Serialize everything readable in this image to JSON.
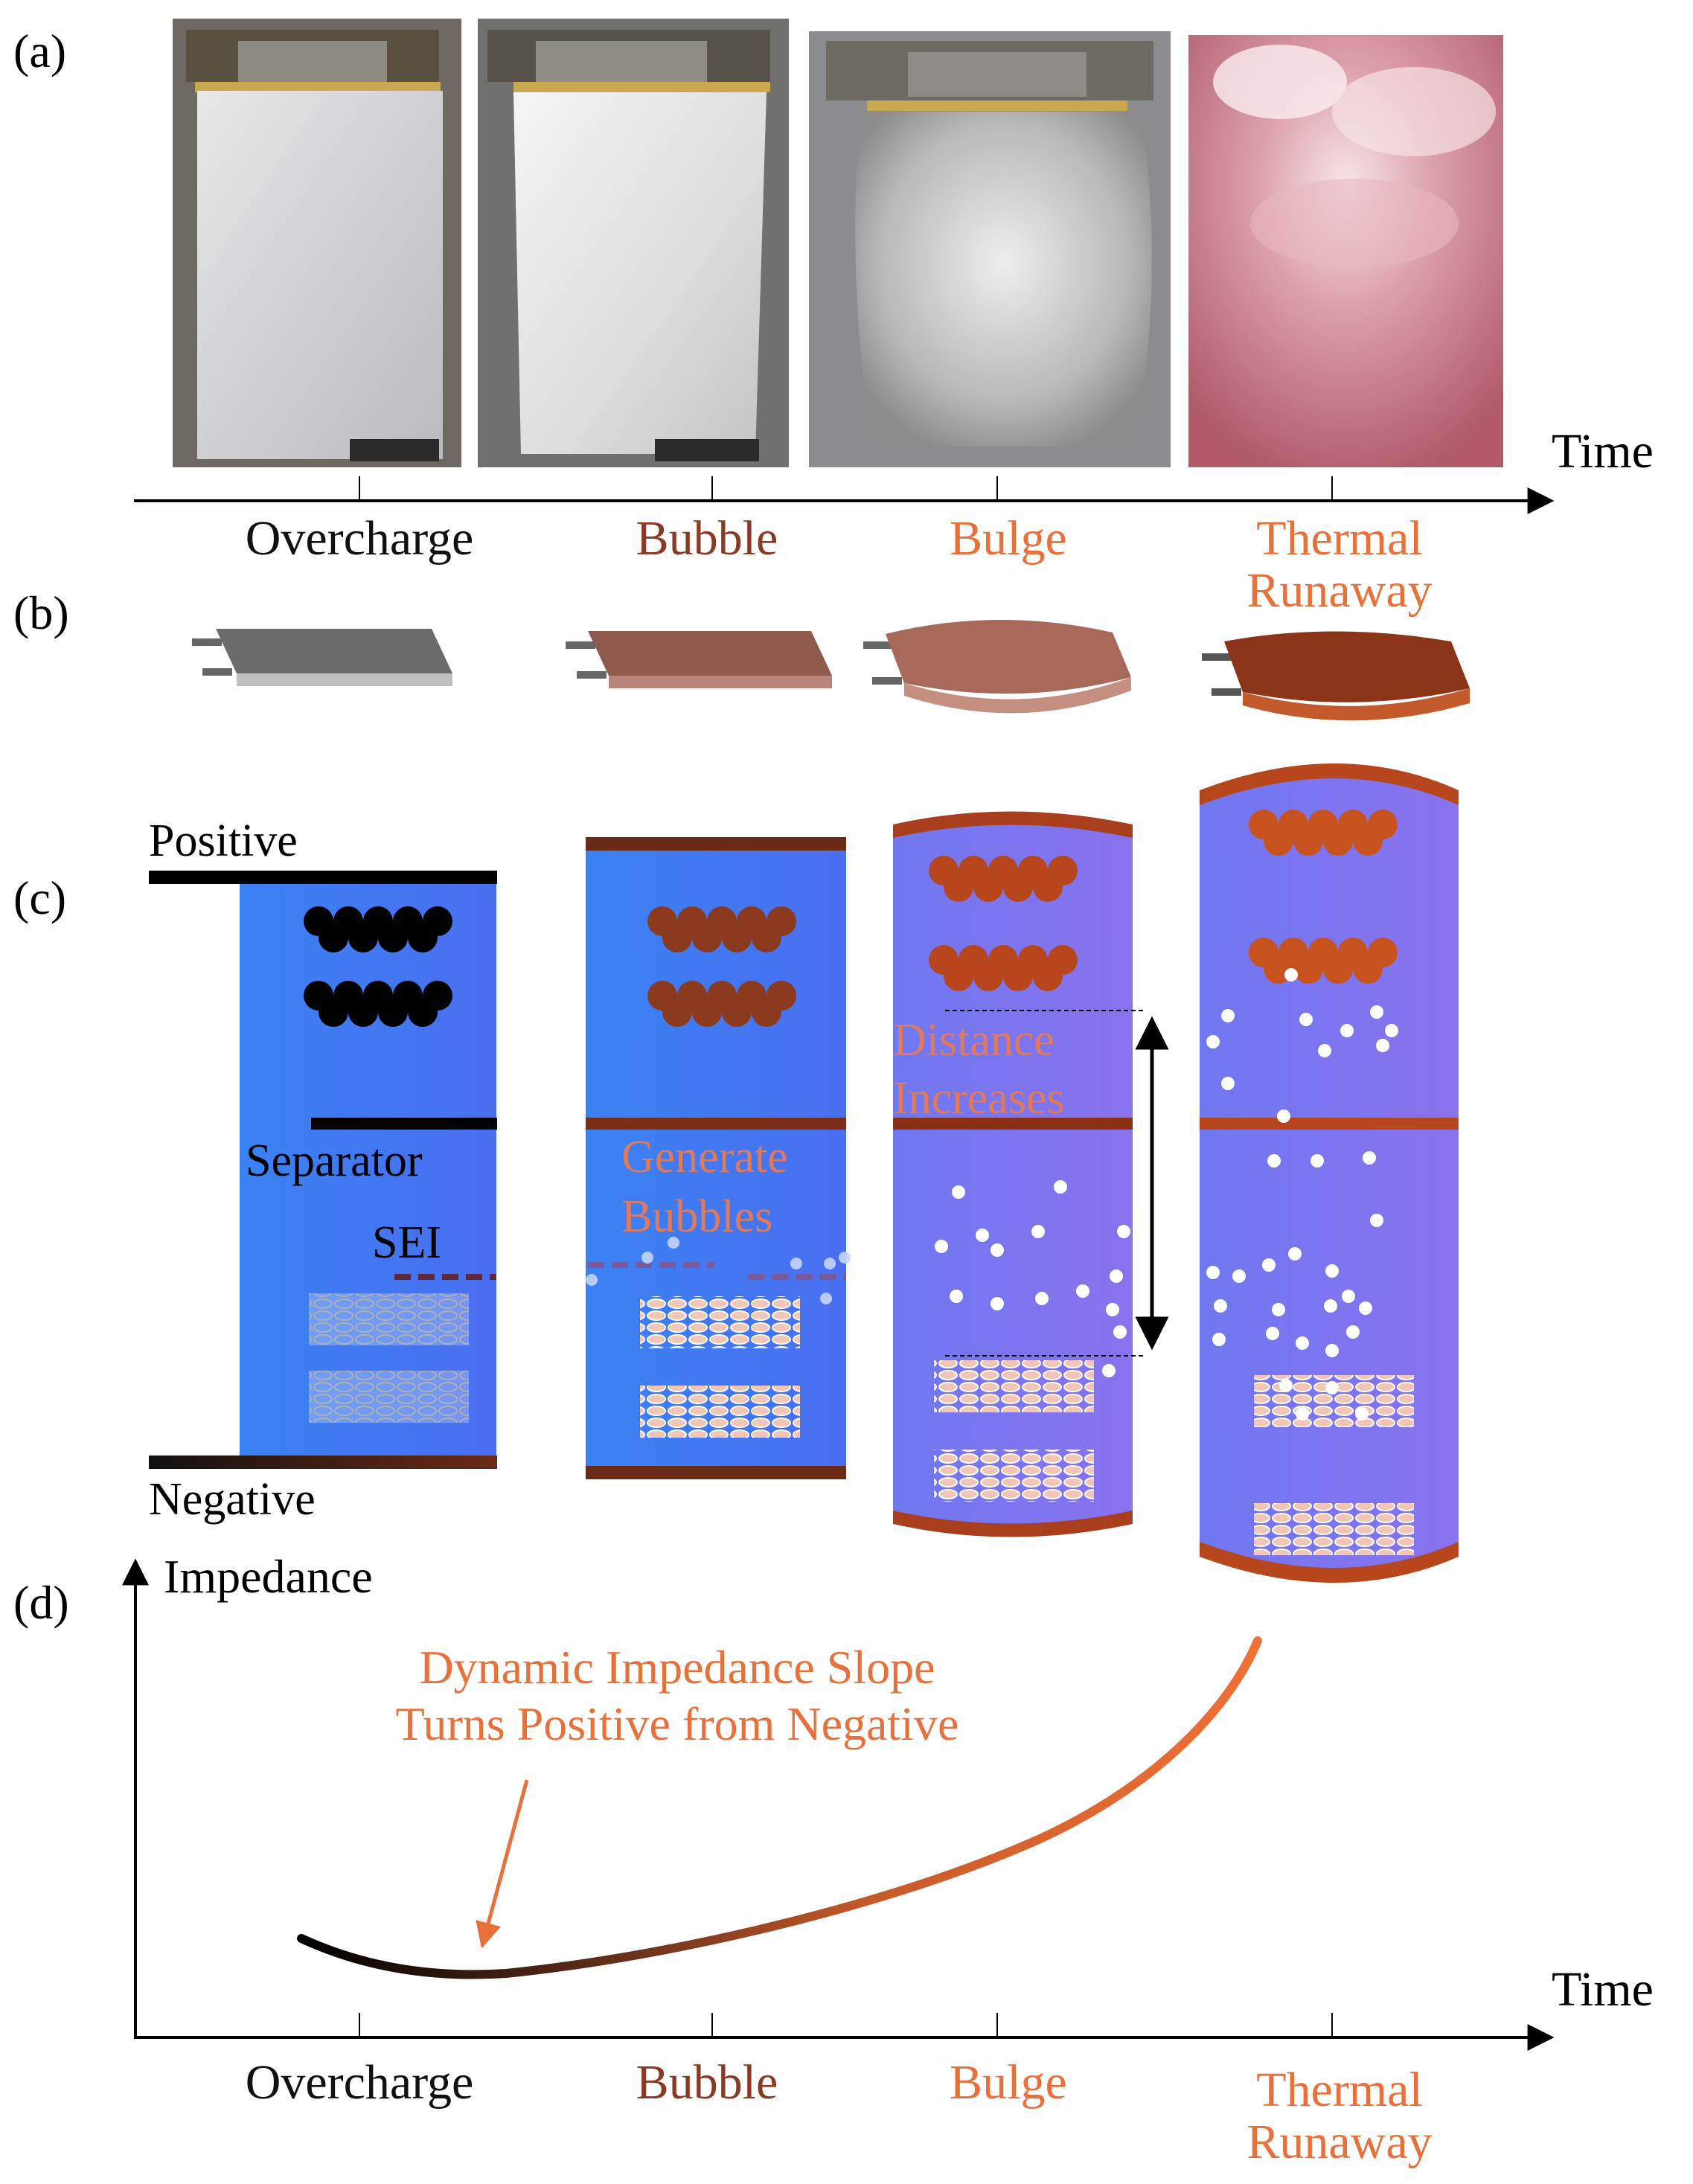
{
  "panel_labels": {
    "a": "(a)",
    "b": "(b)",
    "c": "(c)",
    "d": "(d)"
  },
  "time_label": "Time",
  "stages": [
    {
      "lines": [
        "Overcharge"
      ],
      "color": "#111111"
    },
    {
      "lines": [
        "Bubble"
      ],
      "color": "#8a3a24"
    },
    {
      "lines": [
        "Bulge"
      ],
      "color": "#e8703a"
    },
    {
      "lines": [
        "Thermal",
        "Runaway"
      ],
      "color": "#e8703a"
    }
  ],
  "stage_b": {
    "lines": [
      "Thermal",
      "Runaway"
    ]
  },
  "cell_labels": {
    "positive": "Positive",
    "negative": "Negative",
    "separator": "Separator",
    "sei": "SEI"
  },
  "annotations": {
    "generate_bubbles": [
      "Generate",
      "Bubbles"
    ],
    "distance_increases": [
      "Distance",
      "Increases"
    ],
    "dynamic_slope": [
      "Dynamic Impedance Slope",
      "Turns Positive from Negative"
    ]
  },
  "impedance_axis": "Impedance",
  "colors": {
    "accent_orange": "#e8703a",
    "dark_brown": "#8a3a24",
    "electrolyte_blue": "#3f7cf0",
    "electrolyte_violet": "#8070ef"
  }
}
